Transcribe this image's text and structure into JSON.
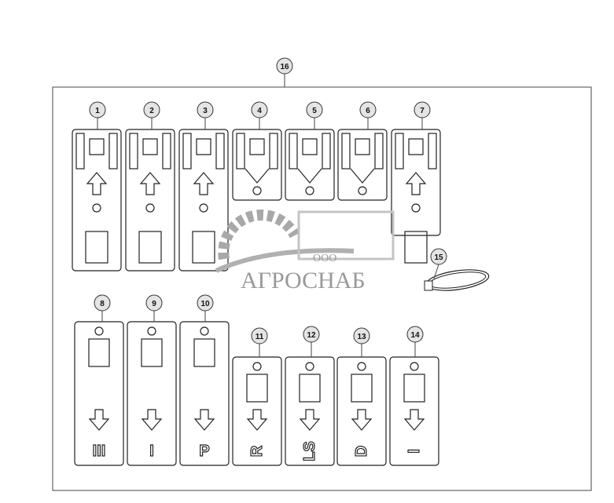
{
  "diagram": {
    "assembly_callout": "16",
    "top_row_callouts": [
      "1",
      "2",
      "3",
      "4",
      "5",
      "6",
      "7"
    ],
    "bottom_row_callouts": [
      "8",
      "9",
      "10",
      "11",
      "12",
      "13",
      "14"
    ],
    "bottom_row_labels": [
      "III",
      "I",
      "P",
      "R",
      "LS",
      "D",
      "I"
    ],
    "cable_tie_callout": "15"
  },
  "watermark": {
    "prefix": "ООО",
    "name": "АГРОСНАБ"
  },
  "colors": {
    "line": "#222222",
    "callout_fill": "#e4e4e4",
    "watermark": "#9a9a9a"
  }
}
